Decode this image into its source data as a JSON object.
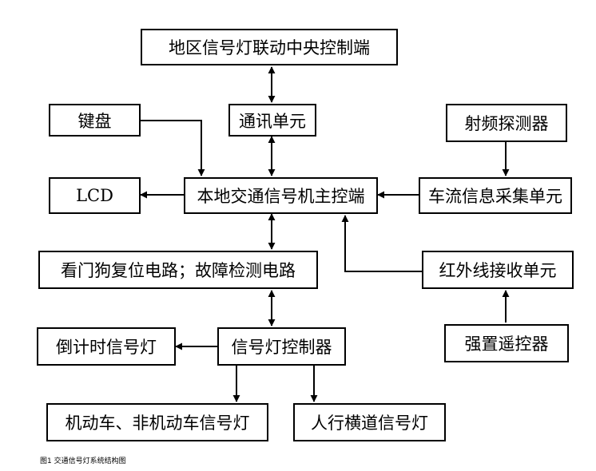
{
  "nodes": {
    "central": "地区信号灯联动中央控制端",
    "comm": "通讯单元",
    "keyboard": "键盘",
    "rf": "射频探测器",
    "lcd": "LCD",
    "host": "本地交通信号机主控端",
    "traffic": "车流信息采集单元",
    "watchdog": "看门狗复位电路；故障检测电路",
    "ir": "红外线接收单元",
    "countdown": "倒计时信号灯",
    "controller": "信号灯控制器",
    "remote": "强置遥控器",
    "vehicle": "机动车、非机动车信号灯",
    "pedestrian": "人行横道信号灯"
  },
  "caption": "图1 交通信号灯系统结构图"
}
